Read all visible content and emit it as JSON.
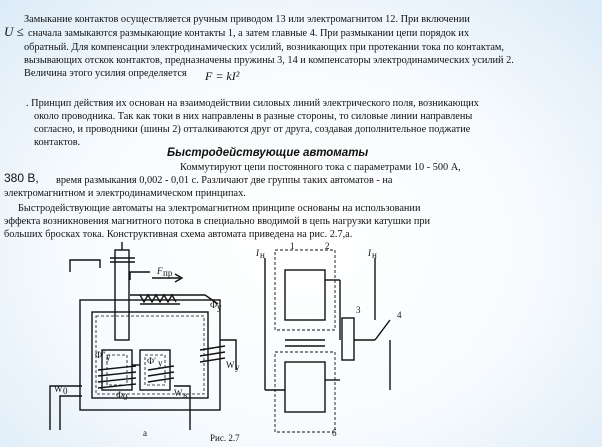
{
  "para1": {
    "line1": "Замыкание контактов осуществляется ручным приводом 13 или электромагнитом 12. При включении",
    "line2_sym": "U ≤",
    "line2": "сначала замыкаются размыкающие контакты 1, а затем главные 4. При размыкании цепи порядок их",
    "line3": "обратный. Для компенсации     электродинамических усилий, возникающих при протекании тока по контактам,",
    "line4": "вызывающих отскок контактов, предназначены пружины 3, 14 и компенсаторы электродинамических усилий 2.",
    "line5": "Величина этого усилия определяется",
    "formula": "F = kI²"
  },
  "para2": {
    "line1": ". Принцип действия их основан на взаимодействии силовых линий       электрического поля, возникающих",
    "line2": "около проводника.  Так как токи в них направлены в разные стороны, то силовые линии направлены",
    "line3": "согласно, и проводники (шины 2) отталкиваются друг от друга, создавая дополнительное поджатие",
    "line4": "контактов."
  },
  "heading": "Быстродействующие автоматы",
  "para3": {
    "line1": "Коммутируют цепи постоянного тока с параметрами  10 - 500 А,",
    "num": "380 В,",
    "line2": "время размыкания 0,002 - 0,01 с. Различают две группы таких автоматов - на",
    "line3": "электромагнитном и электродинамическом принципах."
  },
  "para4": {
    "line1": "Быстродействующие автоматы на электромагнитном принципе основаны на использовании",
    "line2": "эффекта возникновения магнитного потока в специально вводимой в цепь нагрузки катушки при",
    "line3": "больших бросках тока. Конструктивная схема автомата приведена на рис. 2.7,а."
  },
  "figure": {
    "caption": "Рис. 2.7",
    "label_a": "а",
    "label_b": "б",
    "a_labels": {
      "f_pr": "F",
      "f_pr_sub": "пр",
      "phi_y": "Ф",
      "phi_y_sub": "у",
      "phi_y2": "Ф″",
      "phi_y2_sub": "у",
      "phi_y1": "Ф′",
      "phi_y1_sub": "у",
      "phi_0": "Ф",
      "phi_0_sub": "0",
      "w_y": "W",
      "w_y_sub": "у",
      "w_0": "W",
      "w_0_sub": "0",
      "w_v": "W",
      "w_v_sub": "в"
    },
    "b_labels": {
      "i_left": "I",
      "i_left_sub": "н",
      "i_right": "I",
      "i_right_sub": "н",
      "n1": "1",
      "n2": "2",
      "n3": "3",
      "n4": "4"
    }
  }
}
